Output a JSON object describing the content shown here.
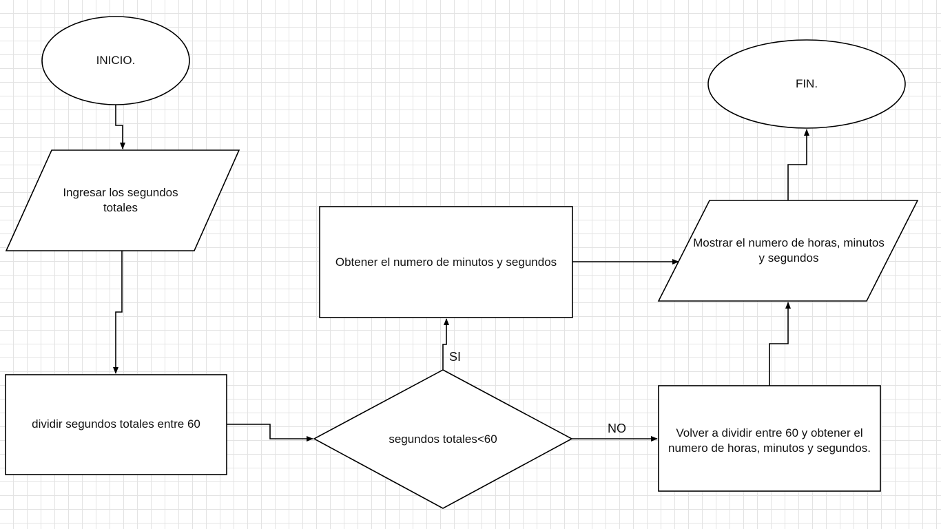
{
  "nodes": {
    "inicio": {
      "text": "INICIO."
    },
    "ingresar": {
      "text": "Ingresar los segundos totales"
    },
    "dividir": {
      "text": "dividir segundos totales entre 60"
    },
    "decision": {
      "text": "segundos totales<60"
    },
    "obtener": {
      "text": "Obtener el numero de minutos y segundos"
    },
    "volver": {
      "text": "Volver a dividir entre 60 y obtener el numero de horas, minutos y segundos."
    },
    "mostrar": {
      "text": "Mostrar el numero de horas, minutos y segundos"
    },
    "fin": {
      "text": "FIN."
    }
  },
  "edges": {
    "si": "SI",
    "no": "NO"
  },
  "colors": {
    "stroke": "#000000",
    "fill": "#ffffff",
    "grid": "#e3e3e3"
  }
}
